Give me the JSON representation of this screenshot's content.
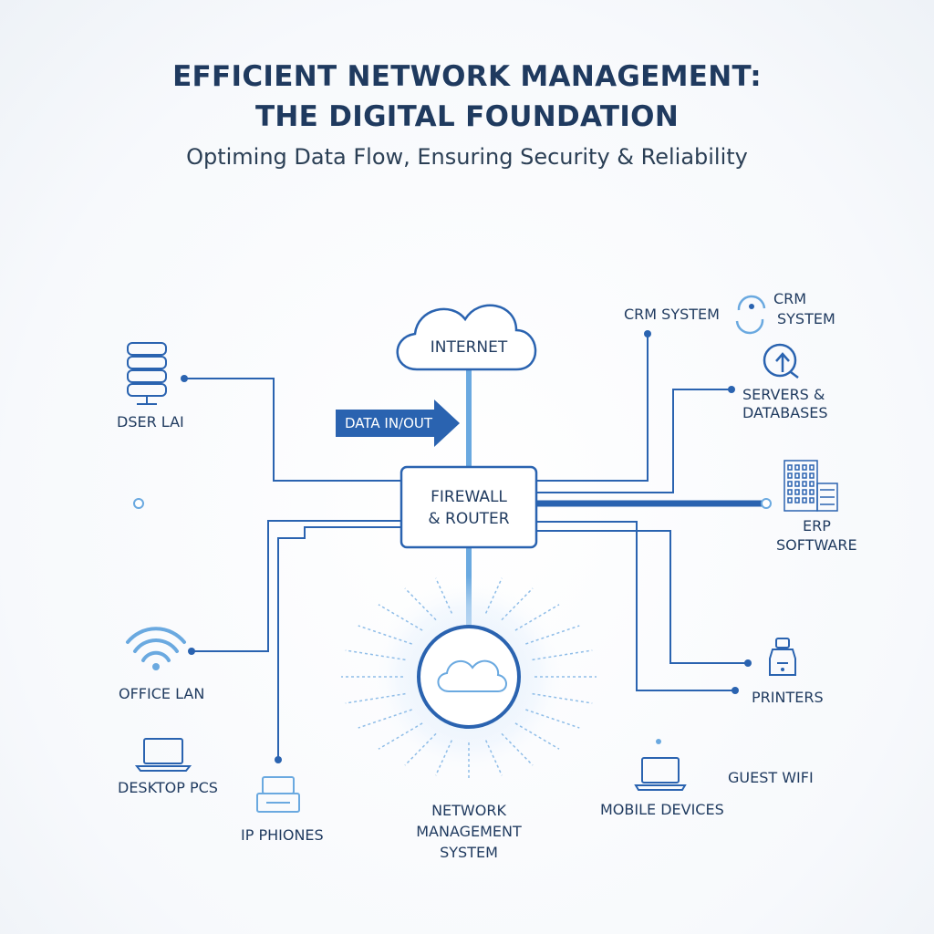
{
  "header": {
    "title_line1": "EFFICIENT NETWORK MANAGEMENT:",
    "title_line2": "THE DIGITAL FOUNDATION",
    "subtitle": "Optiming Data Flow, Ensuring Security & Reliability"
  },
  "nodes": {
    "internet": "INTERNET",
    "data_in_out": "DATA IN/OUT",
    "firewall_line1": "FIREWALL",
    "firewall_line2": "& ROUTER",
    "nms_line1": "NETWORK",
    "nms_line2": "MANAGEMENT",
    "nms_line3": "SYSTEM",
    "user_lan": "DSER LAI",
    "office_lan": "OFFICE LAN",
    "desktop_pcs": "DESKTOP PCS",
    "ip_phones": "IP PHIONES",
    "crm_system_left": "CRM SYSTEM",
    "crm_system_right_line1": "CRM",
    "crm_system_right_line2": "SYSTEM",
    "servers_line1": "SERVERS &",
    "servers_line2": "DATABASES",
    "erp_line1": "ERP",
    "erp_line2": "SOFTWARE",
    "printers": "PRINTERS",
    "guest_wifi": "GUEST WIFI",
    "mobile_devices": "MOBILE DEVICES"
  },
  "colors": {
    "primary": "#2a63b0",
    "light_blue": "#6aa9e0",
    "dark_text": "#1f3a5f"
  },
  "icons": [
    "database-icon",
    "wifi-icon",
    "laptop-icon",
    "phone-icon",
    "cloud-icon",
    "refresh-icon",
    "upload-icon",
    "building-icon",
    "printer-icon"
  ]
}
